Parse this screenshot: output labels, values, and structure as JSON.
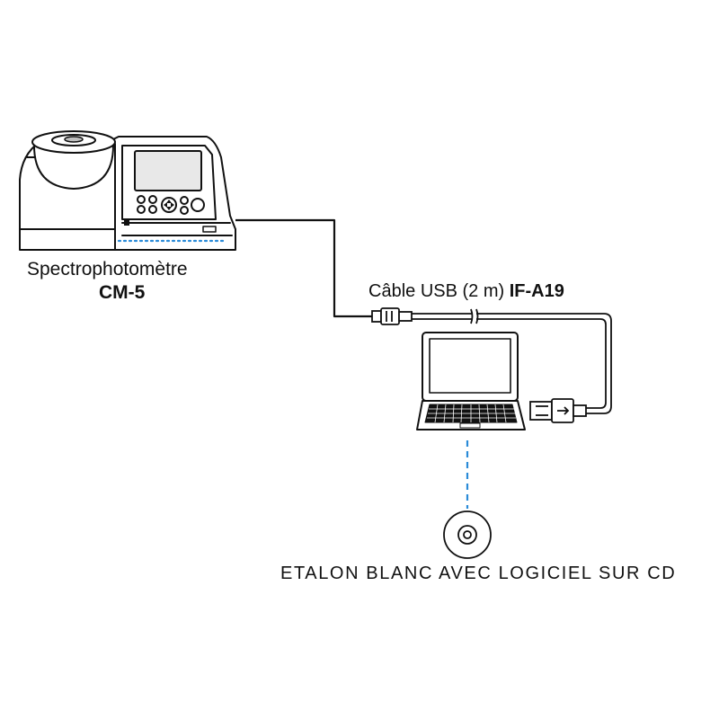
{
  "spectrophotometer": {
    "name": "Spectrophotomètre",
    "model": "CM-5"
  },
  "cable": {
    "label": "Câble USB (2 m)",
    "model": "IF-A19"
  },
  "cd": {
    "label": "ETALON BLANC AVEC LOGICIEL SUR CD"
  },
  "colors": {
    "line": "#111111",
    "dotted_accent": "#2a8bd8",
    "screen_fill": "#e8e8e8"
  },
  "icons": [
    "spectrophotometer-icon",
    "usb-plug-icon",
    "laptop-icon",
    "cd-icon"
  ]
}
